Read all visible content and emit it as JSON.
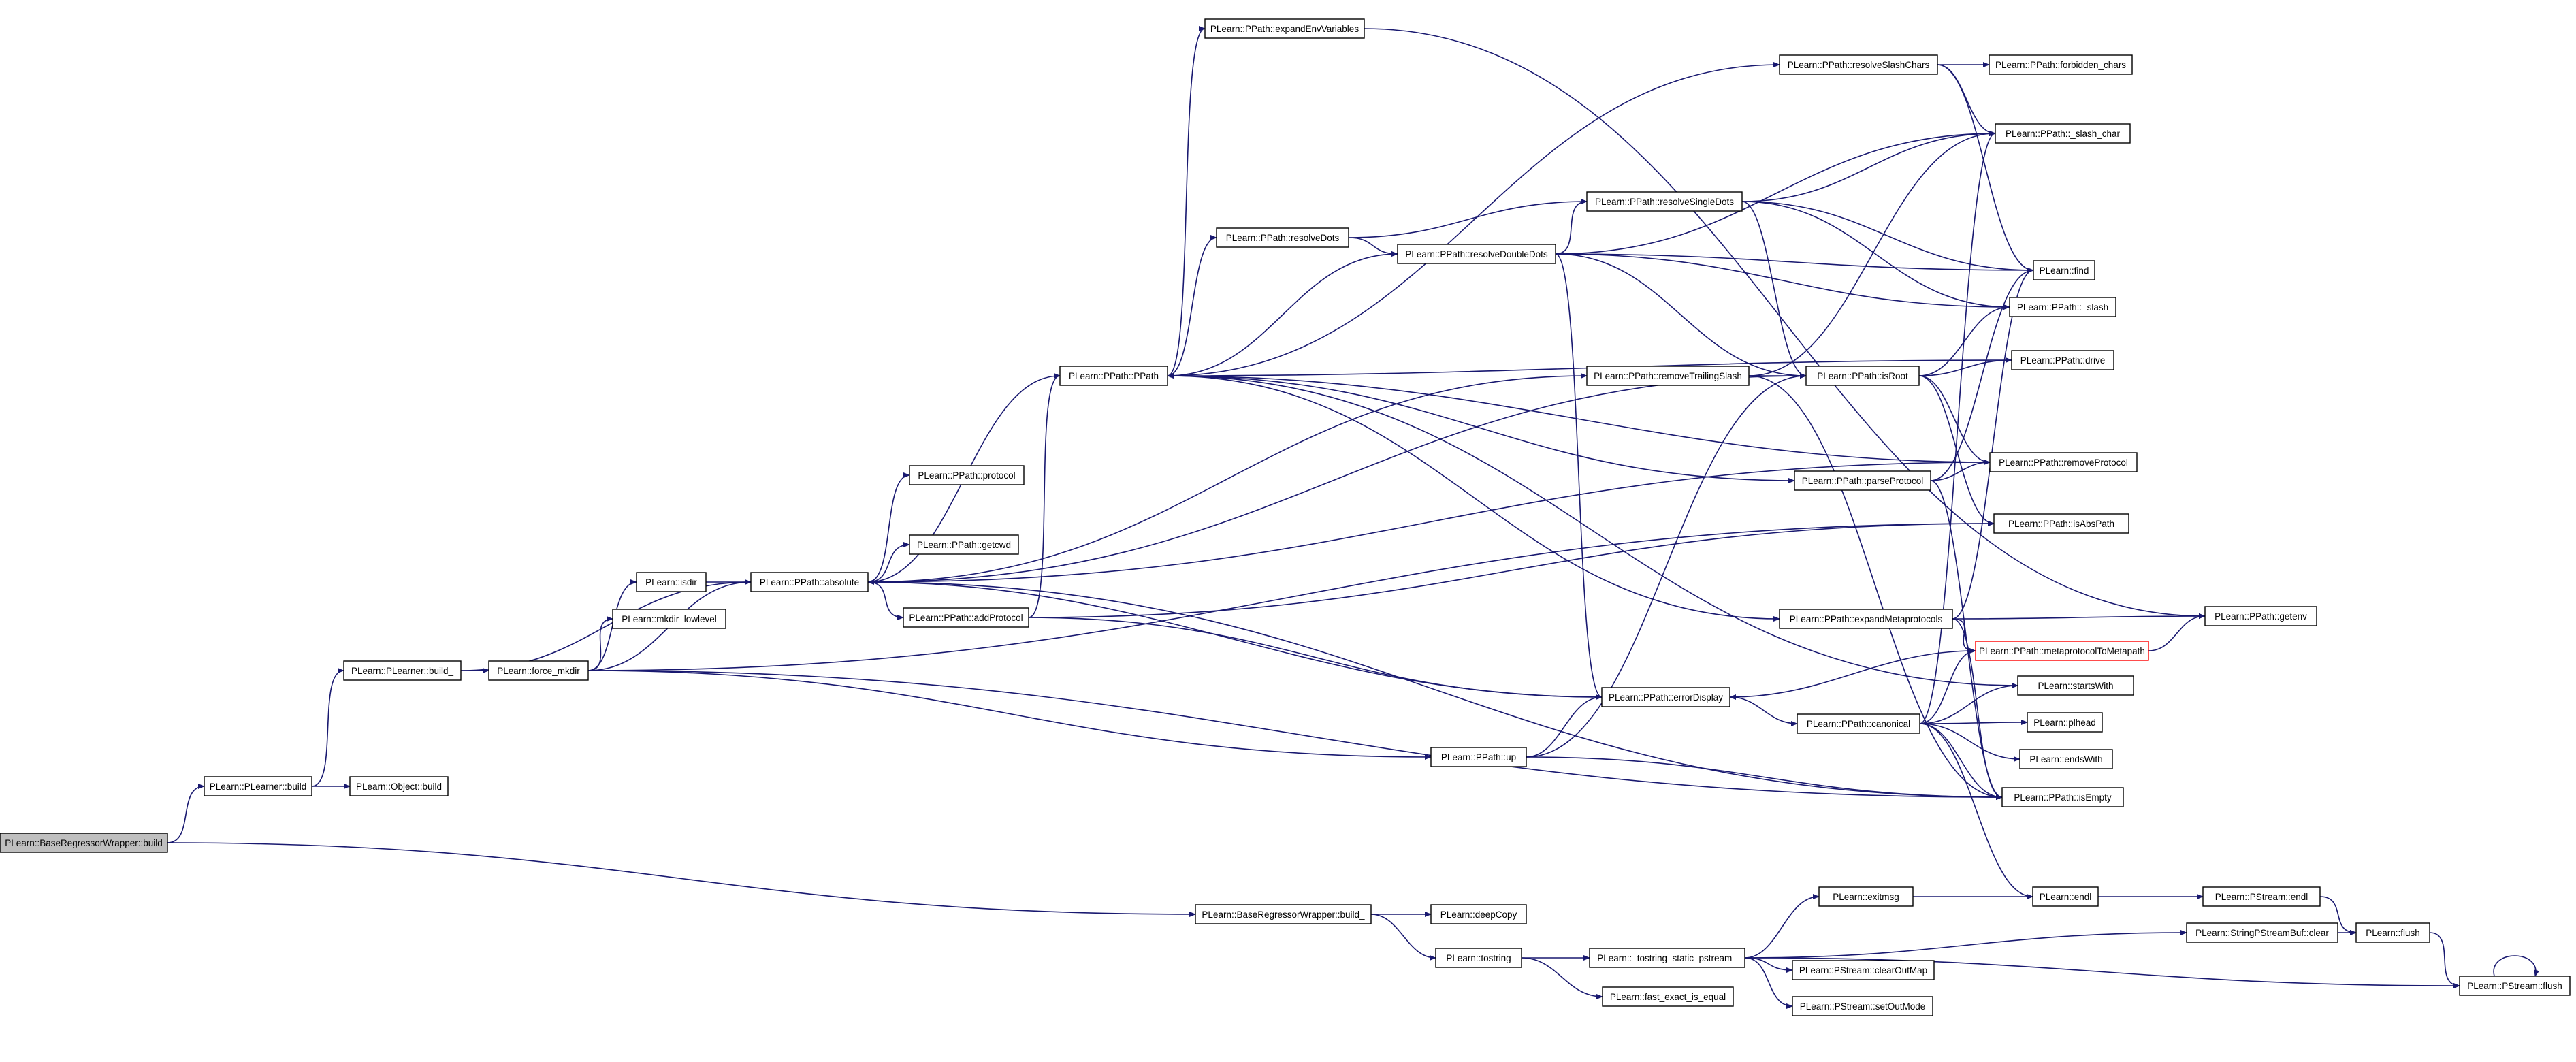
{
  "diagram": {
    "type": "call-graph",
    "colors": {
      "edge": "#191970",
      "node_border": "#000000",
      "root_fill": "#bfbfbf",
      "truncated_border": "#ff0000"
    },
    "nodes": [
      {
        "id": "n_bwbuild",
        "label": "PLearn::BaseRegressorWrapper::build",
        "root": true
      },
      {
        "id": "n_plbuild",
        "label": "PLearn::PLearner::build"
      },
      {
        "id": "n_objbuild",
        "label": "PLearn::Object::build"
      },
      {
        "id": "n_plbuild_",
        "label": "PLearn::PLearner::build_"
      },
      {
        "id": "n_forcemkdir",
        "label": "PLearn::force_mkdir"
      },
      {
        "id": "n_isdir",
        "label": "PLearn::isdir"
      },
      {
        "id": "n_mkdirlow",
        "label": "PLearn::mkdir_lowlevel"
      },
      {
        "id": "n_absolute",
        "label": "PLearn::PPath::absolute"
      },
      {
        "id": "n_protocol",
        "label": "PLearn::PPath::protocol"
      },
      {
        "id": "n_getcwd",
        "label": "PLearn::PPath::getcwd"
      },
      {
        "id": "n_addprotocol",
        "label": "PLearn::PPath::addProtocol"
      },
      {
        "id": "n_ppath",
        "label": "PLearn::PPath::PPath"
      },
      {
        "id": "n_expandenv",
        "label": "PLearn::PPath::expandEnvVariables"
      },
      {
        "id": "n_resolvedots",
        "label": "PLearn::PPath::resolveDots"
      },
      {
        "id": "n_resolvedd",
        "label": "PLearn::PPath::resolveDoubleDots"
      },
      {
        "id": "n_resolvesd",
        "label": "PLearn::PPath::resolveSingleDots"
      },
      {
        "id": "n_resolveslash",
        "label": "PLearn::PPath::resolveSlashChars"
      },
      {
        "id": "n_forbidden",
        "label": "PLearn::PPath::forbidden_chars"
      },
      {
        "id": "n_slashchar",
        "label": "PLearn::PPath::_slash_char"
      },
      {
        "id": "n_find",
        "label": "PLearn::find"
      },
      {
        "id": "n_slash",
        "label": "PLearn::PPath::_slash"
      },
      {
        "id": "n_drive",
        "label": "PLearn::PPath::drive"
      },
      {
        "id": "n_removetrail",
        "label": "PLearn::PPath::removeTrailingSlash"
      },
      {
        "id": "n_isroot",
        "label": "PLearn::PPath::isRoot"
      },
      {
        "id": "n_parseprot",
        "label": "PLearn::PPath::parseProtocol"
      },
      {
        "id": "n_removeprot",
        "label": "PLearn::PPath::removeProtocol"
      },
      {
        "id": "n_isabspath",
        "label": "PLearn::PPath::isAbsPath"
      },
      {
        "id": "n_expandmeta",
        "label": "PLearn::PPath::expandMetaprotocols"
      },
      {
        "id": "n_getenv",
        "label": "PLearn::PPath::getenv"
      },
      {
        "id": "n_metatometa",
        "label": "PLearn::PPath::metaprotocolToMetapath",
        "truncated": true
      },
      {
        "id": "n_errordisplay",
        "label": "PLearn::PPath::errorDisplay"
      },
      {
        "id": "n_startswith",
        "label": "PLearn::startsWith"
      },
      {
        "id": "n_canonical",
        "label": "PLearn::PPath::canonical"
      },
      {
        "id": "n_plhead",
        "label": "PLearn::plhead"
      },
      {
        "id": "n_endswith",
        "label": "PLearn::endsWith"
      },
      {
        "id": "n_up",
        "label": "PLearn::PPath::up"
      },
      {
        "id": "n_isempty",
        "label": "PLearn::PPath::isEmpty"
      },
      {
        "id": "n_bwbuild_",
        "label": "PLearn::BaseRegressorWrapper::build_"
      },
      {
        "id": "n_deepcopy",
        "label": "PLearn::deepCopy"
      },
      {
        "id": "n_tostring",
        "label": "PLearn::tostring"
      },
      {
        "id": "n_tsps",
        "label": "PLearn::_tostring_static_pstream_"
      },
      {
        "id": "n_fastexact",
        "label": "PLearn::fast_exact_is_equal"
      },
      {
        "id": "n_exitmsg",
        "label": "PLearn::exitmsg"
      },
      {
        "id": "n_endl",
        "label": "PLearn::endl"
      },
      {
        "id": "n_pstreamendl",
        "label": "PLearn::PStream::endl"
      },
      {
        "id": "n_sbclear",
        "label": "PLearn::StringPStreamBuf::clear"
      },
      {
        "id": "n_flush",
        "label": "PLearn::flush"
      },
      {
        "id": "n_pstreamflush",
        "label": "PLearn::PStream::flush"
      },
      {
        "id": "n_clearoutmap",
        "label": "PLearn::PStream::clearOutMap"
      },
      {
        "id": "n_setoutmode",
        "label": "PLearn::PStream::setOutMode"
      }
    ],
    "edges": [
      [
        "n_bwbuild",
        "n_plbuild"
      ],
      [
        "n_bwbuild",
        "n_bwbuild_"
      ],
      [
        "n_plbuild",
        "n_objbuild"
      ],
      [
        "n_plbuild",
        "n_plbuild_"
      ],
      [
        "n_plbuild_",
        "n_forcemkdir"
      ],
      [
        "n_plbuild_",
        "n_absolute"
      ],
      [
        "n_forcemkdir",
        "n_isdir"
      ],
      [
        "n_forcemkdir",
        "n_mkdirlow"
      ],
      [
        "n_forcemkdir",
        "n_absolute"
      ],
      [
        "n_forcemkdir",
        "n_up"
      ],
      [
        "n_forcemkdir",
        "n_isabspath"
      ],
      [
        "n_forcemkdir",
        "n_isempty"
      ],
      [
        "n_isdir",
        "n_absolute"
      ],
      [
        "n_absolute",
        "n_ppath"
      ],
      [
        "n_absolute",
        "n_protocol"
      ],
      [
        "n_absolute",
        "n_getcwd"
      ],
      [
        "n_absolute",
        "n_addprotocol"
      ],
      [
        "n_absolute",
        "n_removetrail"
      ],
      [
        "n_absolute",
        "n_isroot"
      ],
      [
        "n_absolute",
        "n_removeprot"
      ],
      [
        "n_absolute",
        "n_isempty"
      ],
      [
        "n_addprotocol",
        "n_ppath"
      ],
      [
        "n_addprotocol",
        "n_isabspath"
      ],
      [
        "n_addprotocol",
        "n_errordisplay"
      ],
      [
        "n_ppath",
        "n_expandenv"
      ],
      [
        "n_ppath",
        "n_resolvedots"
      ],
      [
        "n_ppath",
        "n_resolvedd"
      ],
      [
        "n_ppath",
        "n_resolveslash"
      ],
      [
        "n_ppath",
        "n_parseprot"
      ],
      [
        "n_ppath",
        "n_expandmeta"
      ],
      [
        "n_ppath",
        "n_startswith"
      ],
      [
        "n_expandenv",
        "n_getenv"
      ],
      [
        "n_resolvedots",
        "n_resolvedd"
      ],
      [
        "n_resolvedots",
        "n_resolvesd"
      ],
      [
        "n_resolvedd",
        "n_resolvesd"
      ],
      [
        "n_resolvedd",
        "n_slashchar"
      ],
      [
        "n_resolvedd",
        "n_find"
      ],
      [
        "n_resolvedd",
        "n_slash"
      ],
      [
        "n_resolvedd",
        "n_isroot"
      ],
      [
        "n_resolvedd",
        "n_errordisplay"
      ],
      [
        "n_resolvesd",
        "n_slashchar"
      ],
      [
        "n_resolvesd",
        "n_find"
      ],
      [
        "n_resolvesd",
        "n_slash"
      ],
      [
        "n_resolvesd",
        "n_isroot"
      ],
      [
        "n_resolveslash",
        "n_forbidden"
      ],
      [
        "n_resolveslash",
        "n_slashchar"
      ],
      [
        "n_resolveslash",
        "n_find"
      ],
      [
        "n_drive",
        "n_ppath"
      ],
      [
        "n_removeprot",
        "n_ppath"
      ],
      [
        "n_removetrail",
        "n_isroot"
      ],
      [
        "n_removetrail",
        "n_slashchar"
      ],
      [
        "n_removetrail",
        "n_isempty"
      ],
      [
        "n_isroot",
        "n_slash"
      ],
      [
        "n_isroot",
        "n_drive"
      ],
      [
        "n_isroot",
        "n_removeprot"
      ],
      [
        "n_isroot",
        "n_isabspath"
      ],
      [
        "n_parseprot",
        "n_removeprot"
      ],
      [
        "n_parseprot",
        "n_find"
      ],
      [
        "n_parseprot",
        "n_isempty"
      ],
      [
        "n_expandmeta",
        "n_getenv"
      ],
      [
        "n_expandmeta",
        "n_metatometa"
      ],
      [
        "n_expandmeta",
        "n_find"
      ],
      [
        "n_expandmeta",
        "n_isempty"
      ],
      [
        "n_metatometa",
        "n_getenv"
      ],
      [
        "n_metatometa",
        "n_errordisplay"
      ],
      [
        "n_errordisplay",
        "n_absolute"
      ],
      [
        "n_errordisplay",
        "n_canonical"
      ],
      [
        "n_canonical",
        "n_slashchar"
      ],
      [
        "n_canonical",
        "n_startswith"
      ],
      [
        "n_canonical",
        "n_plhead"
      ],
      [
        "n_canonical",
        "n_endswith"
      ],
      [
        "n_canonical",
        "n_isempty"
      ],
      [
        "n_canonical",
        "n_endl"
      ],
      [
        "n_canonical",
        "n_metatometa"
      ],
      [
        "n_up",
        "n_errordisplay"
      ],
      [
        "n_up",
        "n_isroot"
      ],
      [
        "n_up",
        "n_isempty"
      ],
      [
        "n_bwbuild_",
        "n_deepcopy"
      ],
      [
        "n_bwbuild_",
        "n_tostring"
      ],
      [
        "n_tostring",
        "n_tsps"
      ],
      [
        "n_tostring",
        "n_fastexact"
      ],
      [
        "n_tsps",
        "n_exitmsg"
      ],
      [
        "n_tsps",
        "n_sbclear"
      ],
      [
        "n_tsps",
        "n_clearoutmap"
      ],
      [
        "n_tsps",
        "n_setoutmode"
      ],
      [
        "n_tsps",
        "n_pstreamflush"
      ],
      [
        "n_exitmsg",
        "n_endl"
      ],
      [
        "n_endl",
        "n_pstreamendl"
      ],
      [
        "n_pstreamendl",
        "n_flush"
      ],
      [
        "n_sbclear",
        "n_flush"
      ],
      [
        "n_flush",
        "n_pstreamflush"
      ],
      [
        "n_pstreamflush",
        "n_pstreamflush"
      ]
    ]
  }
}
